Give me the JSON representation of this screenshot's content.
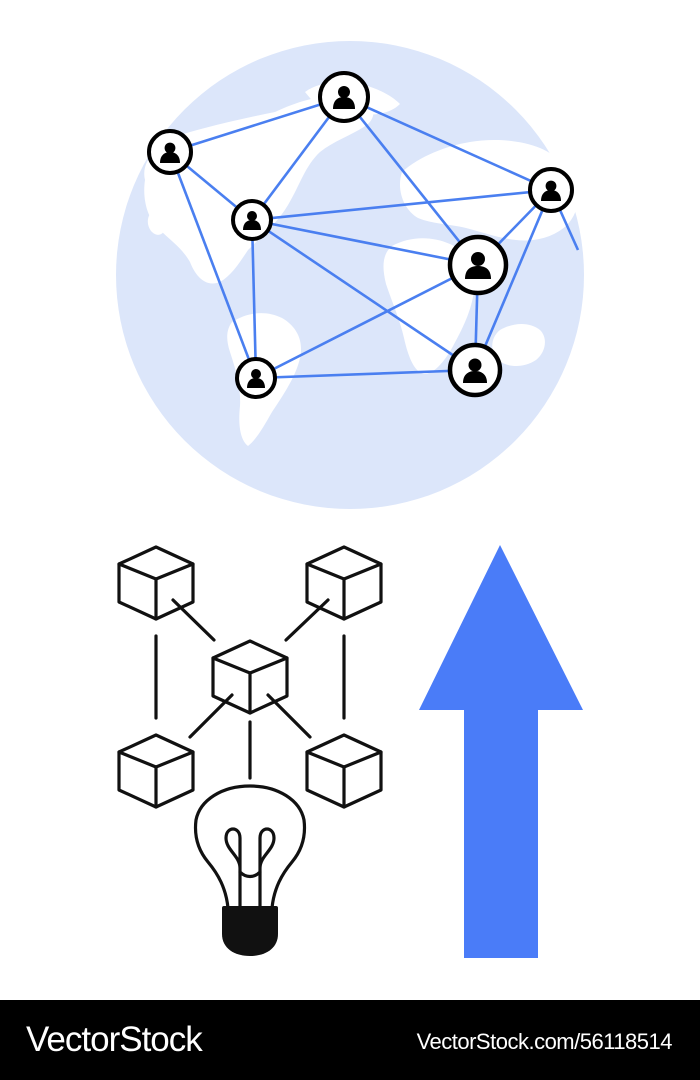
{
  "watermark": {
    "brand": "VectorStock",
    "reference": "VectorStock.com/56118514"
  },
  "colors": {
    "globe_fill": "#dce6fa",
    "land_fill": "#ffffff",
    "connection_line": "#4a7ff0",
    "node_outline": "#000000",
    "line_art": "#111111",
    "arrow_fill": "#4a7cf8",
    "footer_background": "#000000",
    "footer_text": "#ffffff"
  },
  "icons": [
    "globe-icon",
    "user-node-icon",
    "blockchain-cube-icon",
    "lightbulb-icon",
    "up-arrow-icon"
  ],
  "network": {
    "user_node_count": 7,
    "connection_count": 16
  },
  "blockchain": {
    "cube_count": 5
  }
}
